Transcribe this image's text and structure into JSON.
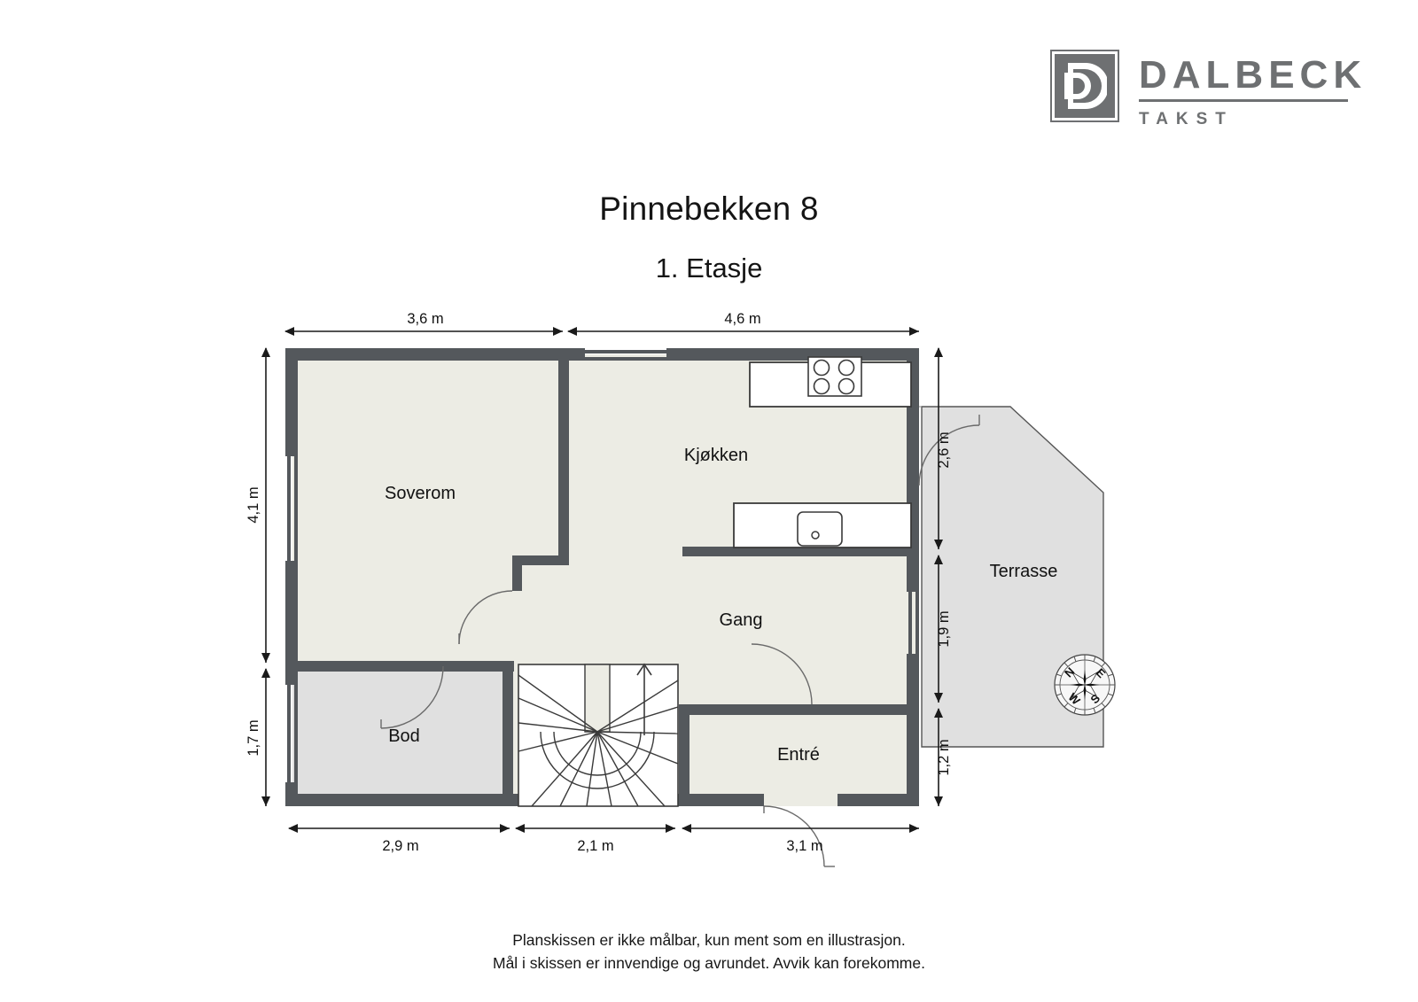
{
  "brand": {
    "name": "DALBECK",
    "subtitle": "TAKST",
    "logo_letter": "D",
    "color": "#6e7072"
  },
  "title": {
    "address": "Pinnebekken 8",
    "floor": "1. Etasje"
  },
  "footer": {
    "line1": "Planskissen er ikke målbar, kun ment som en illustrasjon.",
    "line2": "Mål i skissen er innvendige og avrundet. Avvik kan forekomme."
  },
  "rooms": [
    {
      "key": "soverom",
      "label": "Soverom"
    },
    {
      "key": "kjokken",
      "label": "Kjøkken"
    },
    {
      "key": "gang",
      "label": "Gang"
    },
    {
      "key": "bod",
      "label": "Bod"
    },
    {
      "key": "entre",
      "label": "Entré"
    },
    {
      "key": "terrasse",
      "label": "Terrasse"
    }
  ],
  "dimensions": {
    "top": [
      {
        "label": "3,6 m",
        "side": "top"
      },
      {
        "label": "4,6 m",
        "side": "top"
      }
    ],
    "bottom": [
      {
        "label": "2,9 m",
        "side": "bottom"
      },
      {
        "label": "2,1 m",
        "side": "bottom"
      },
      {
        "label": "3,1 m",
        "side": "bottom"
      }
    ],
    "left": [
      {
        "label": "4,1 m",
        "side": "left"
      },
      {
        "label": "1,7 m",
        "side": "left"
      }
    ],
    "right": [
      {
        "label": "2,6 m",
        "side": "right"
      },
      {
        "label": "1,9 m",
        "side": "right"
      },
      {
        "label": "1,2 m",
        "side": "right"
      }
    ]
  },
  "compass": {
    "north": "N",
    "east": "E",
    "south": "S",
    "west": "W"
  },
  "colors": {
    "wall": "#54585c",
    "room_fill": "#ecece4",
    "terrace_fill": "#e0e0e0",
    "bod_fill": "#e0e0e0",
    "fixture_fill": "#ffffff",
    "dimension_line": "#1a1a1a",
    "page_background": "#ffffff"
  },
  "fixtures": [
    {
      "name": "stove",
      "burners": 4
    },
    {
      "name": "sink",
      "drains": 1
    },
    {
      "name": "staircase",
      "direction": "up"
    }
  ]
}
